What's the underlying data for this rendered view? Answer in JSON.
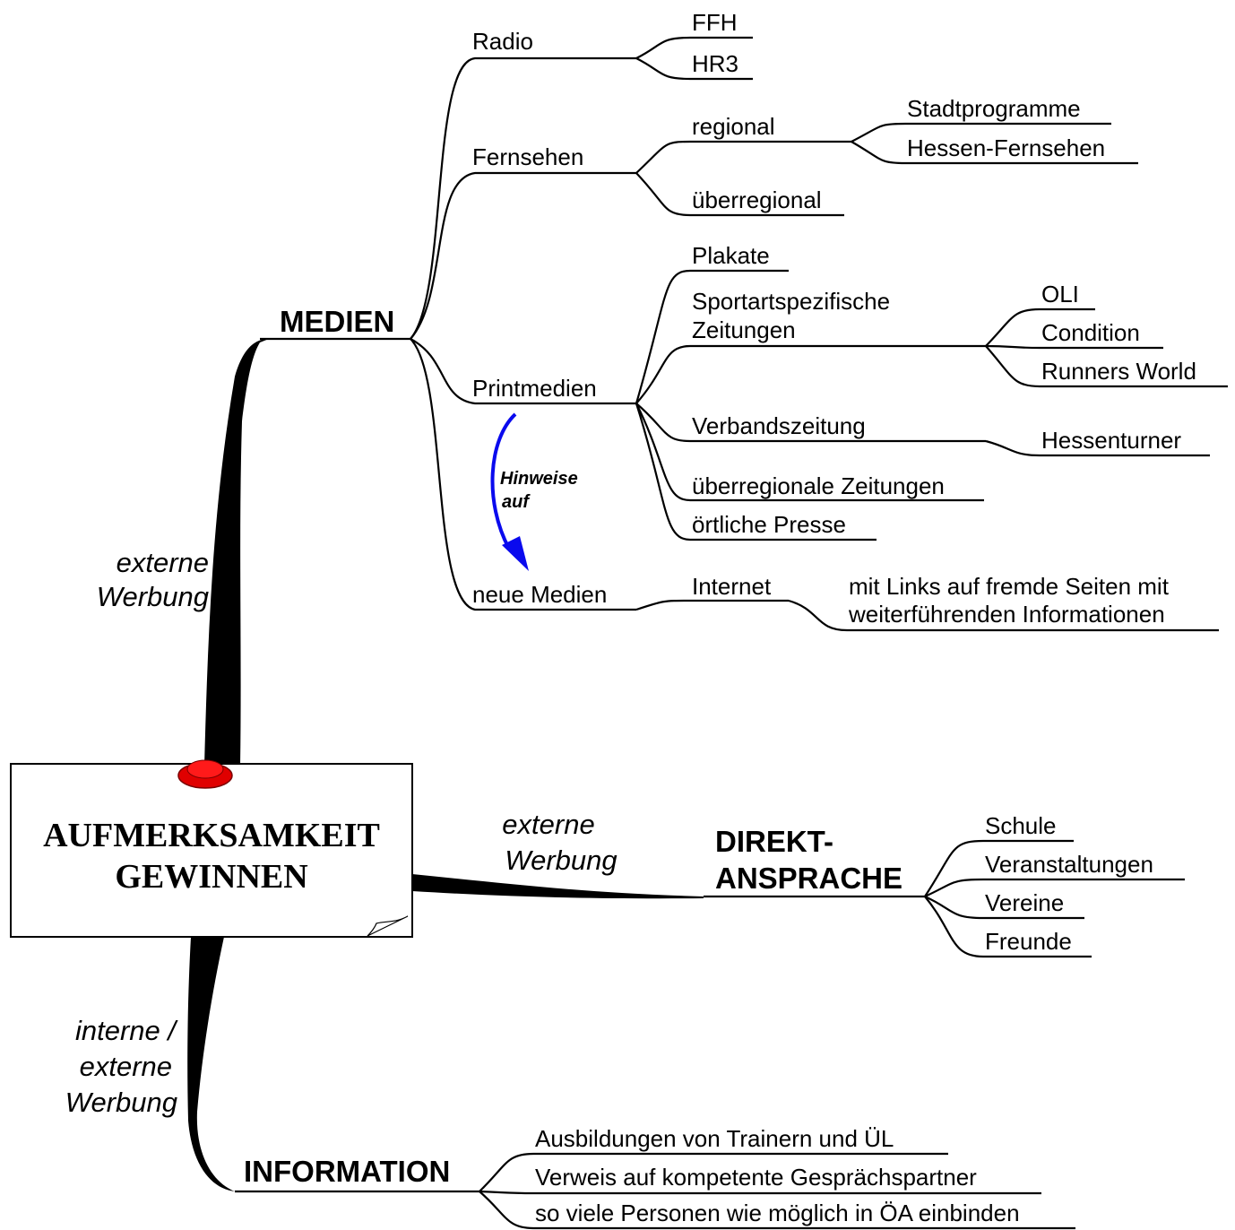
{
  "center": {
    "line1": "AUFMERKSAMKEIT",
    "line2": "GEWINNEN"
  },
  "branches": {
    "medien": {
      "title": "MEDIEN",
      "relation": [
        "externe",
        "Werbung"
      ],
      "radio": {
        "label": "Radio",
        "children": [
          "FFH",
          "HR3"
        ]
      },
      "fernsehen": {
        "label": "Fernsehen",
        "regional": {
          "label": "regional",
          "children": [
            "Stadtprogramme",
            "Hessen-Fernsehen"
          ]
        },
        "ueberregional": "überregional"
      },
      "printmedien": {
        "label": "Printmedien",
        "plakate": "Plakate",
        "sportart": {
          "line1": "Sportartspezifische",
          "line2": "Zeitungen",
          "children": [
            "OLI",
            "Condition",
            "Runners World"
          ]
        },
        "verband": {
          "label": "Verbandszeitung",
          "children": [
            "Hessenturner"
          ]
        },
        "ueberregionale_zeitungen": "überregionale Zeitungen",
        "oertliche_presse": "örtliche Presse"
      },
      "hinweis": [
        "Hinweise",
        "auf"
      ],
      "neue_medien": {
        "label": "neue Medien",
        "internet": {
          "label": "Internet",
          "children_line1": "mit Links auf fremde Seiten mit",
          "children_line2": "weiterführenden Informationen"
        }
      }
    },
    "direktansprache": {
      "title_line1": "DIREKT-",
      "title_line2": "ANSPRACHE",
      "relation": [
        "externe",
        "Werbung"
      ],
      "children": [
        "Schule",
        "Veranstaltungen",
        "Vereine",
        "Freunde"
      ]
    },
    "information": {
      "title": "INFORMATION",
      "relation": [
        "interne /",
        "externe",
        "Werbung"
      ],
      "children": [
        "Ausbildungen von Trainern und ÜL",
        "Verweis auf kompetente Gesprächspartner",
        "so viele Personen wie möglich in ÖA einbinden"
      ]
    }
  },
  "colors": {
    "pin": "#e00000",
    "hint_arrow": "#0a0aee",
    "line": "#000000"
  }
}
